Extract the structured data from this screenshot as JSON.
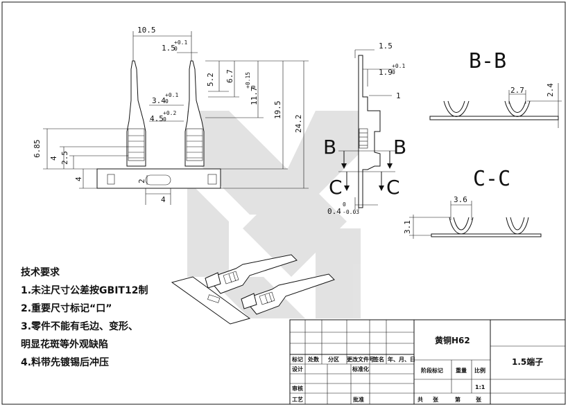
{
  "dims": {
    "d10_5": "10.5",
    "d1_5a": "1.5",
    "d1_5a_tol": "+0.1",
    "d1_5a_low": "0",
    "d5_2": "5.2",
    "d6_7": "6.7",
    "d11_7": "11.7",
    "d11_7_tol": "+0.15",
    "d11_7_low": "0",
    "d19_5": "19.5",
    "d24_2": "24.2",
    "d3_4": "3.4",
    "d3_4_tol": "+0.1",
    "d3_4_low": "0",
    "d4_5": "4.5",
    "d4_5_tol": "+0.2",
    "d4_5_low": "0",
    "d6_85": "6.85",
    "d4a": "4",
    "d2_5": "2.5",
    "d4b": "4",
    "d2": "2",
    "d4c": "4",
    "d1_5b": "1.5",
    "d1_9": "1.9",
    "d1_9_tol": "+0.1",
    "d1_9_low": "0",
    "d1": "1",
    "d0_4": "0.4",
    "d0_4_up": "0",
    "d0_4_low": "-0.03",
    "d2_7": "2.7",
    "d2_4": "2.4",
    "d3_6": "3.6",
    "d3_1": "3.1"
  },
  "sections": {
    "bb_title": "B-B",
    "cc_title": "C-C",
    "b_left": "B",
    "b_right": "B",
    "c_left": "C",
    "c_right": "C"
  },
  "notes": {
    "heading": "技术要求",
    "items": [
      "1.未注尺寸公差按GBIT12制",
      "2.重要尺寸标记“口”",
      "3.零件不能有毛边、变形、",
      "明显花斑等外观缺陷",
      "4.料带先镀锡后冲压"
    ]
  },
  "title_block": {
    "material": "黄铜H62",
    "part_name": "1.5端子",
    "h_mark": "标记",
    "h_count": "处数",
    "h_zone": "分区",
    "h_doc": "更改文件号",
    "h_sign": "签名",
    "h_date": "年、月、日",
    "design": "设计",
    "standard": "标准化",
    "stage": "阶段标记",
    "weight": "重量",
    "scale": "比例",
    "scale_value": "1:1",
    "review": "审核",
    "process": "工艺",
    "approve": "批准",
    "total": "共",
    "sheets1": "张",
    "page": "第",
    "sheets2": "张"
  },
  "colors": {
    "line": "#111111",
    "watermark": "#d8d8d8"
  }
}
